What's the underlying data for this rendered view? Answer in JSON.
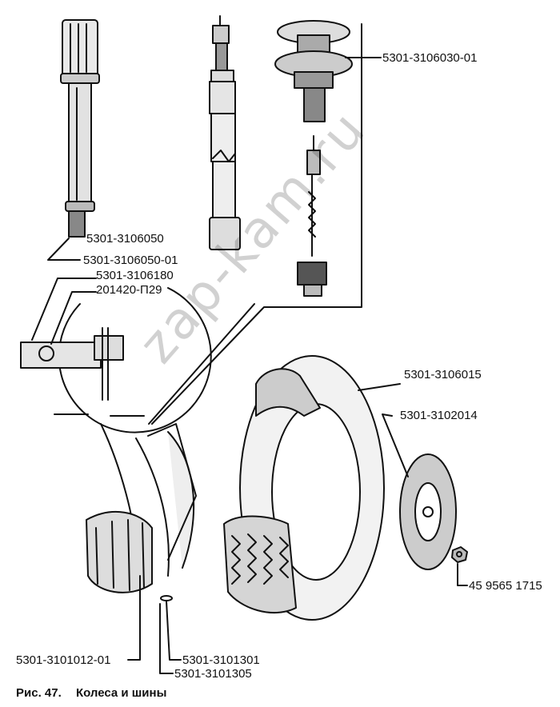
{
  "labels": {
    "valve_stem_cap": "5301-3106030-01",
    "extension_hose": "5301-3106050",
    "extension_hose_alt": "5301-3106050-01",
    "valve_clamp": "5301-3106180",
    "bolt": "201420-П29",
    "tire": "5301-3106015",
    "hub_cap": "5301-3102014",
    "nut": "45 9565 1715",
    "wheel_rim": "5301-3101012-01",
    "ring_a": "5301-3101301",
    "ring_b": "5301-3101305"
  },
  "caption": {
    "figure": "Рис. 47.",
    "title": "Колеса и шины"
  },
  "watermark": "zap-kam.ru"
}
